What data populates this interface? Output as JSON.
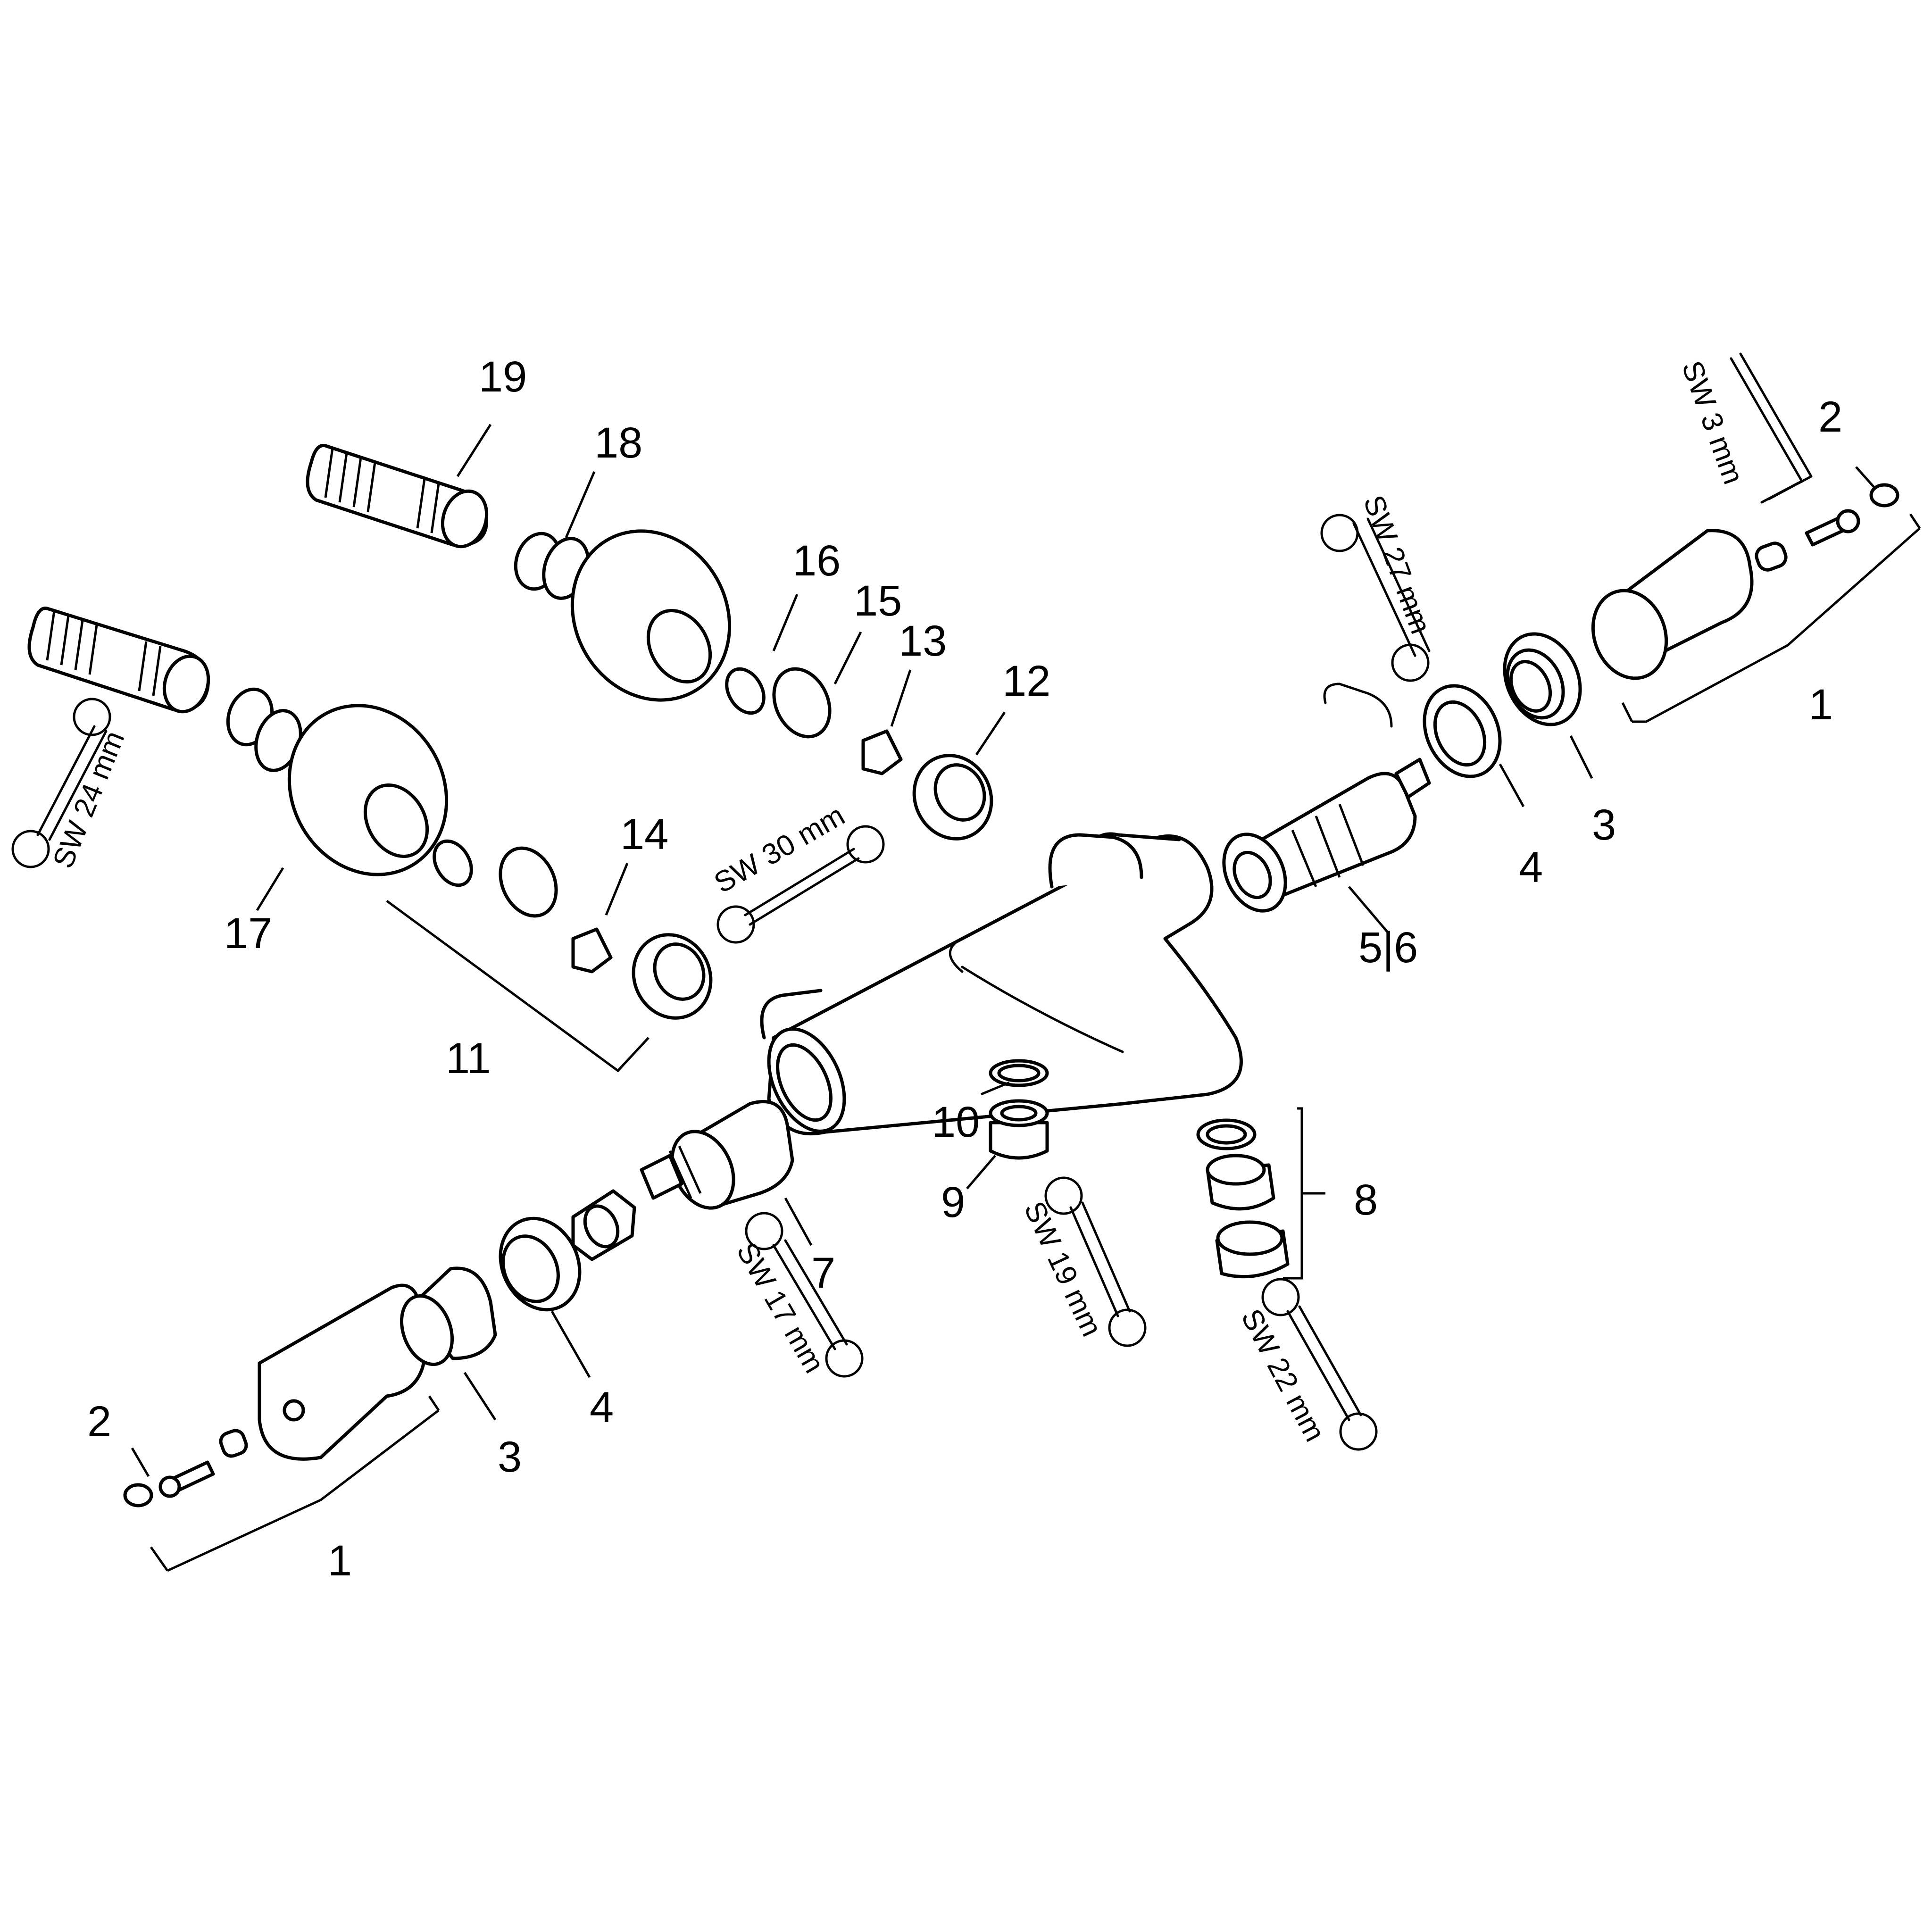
{
  "diagram": {
    "background": "#ffffff",
    "line_color": "#000000",
    "part_numbers": {
      "p1_right": "1",
      "p2_right": "2",
      "p3_right": "3",
      "p4_right": "4",
      "p5_6": "5|6",
      "p7": "7",
      "p8": "8",
      "p9": "9",
      "p10": "10",
      "p11": "11",
      "p12": "12",
      "p13": "13",
      "p14": "14",
      "p15": "15",
      "p16": "16",
      "p17": "17",
      "p18": "18",
      "p19": "19",
      "p1_left": "1",
      "p2_left": "2",
      "p3_left": "3",
      "p4_left": "4"
    },
    "wrench_labels": {
      "sw3": "SW 3 mm",
      "sw17": "SW 17 mm",
      "sw19": "SW 19 mm",
      "sw22": "SW 22 mm",
      "sw24": "SW 24 mm",
      "sw27": "SW 27 mm",
      "sw30": "SW 30 mm"
    }
  }
}
